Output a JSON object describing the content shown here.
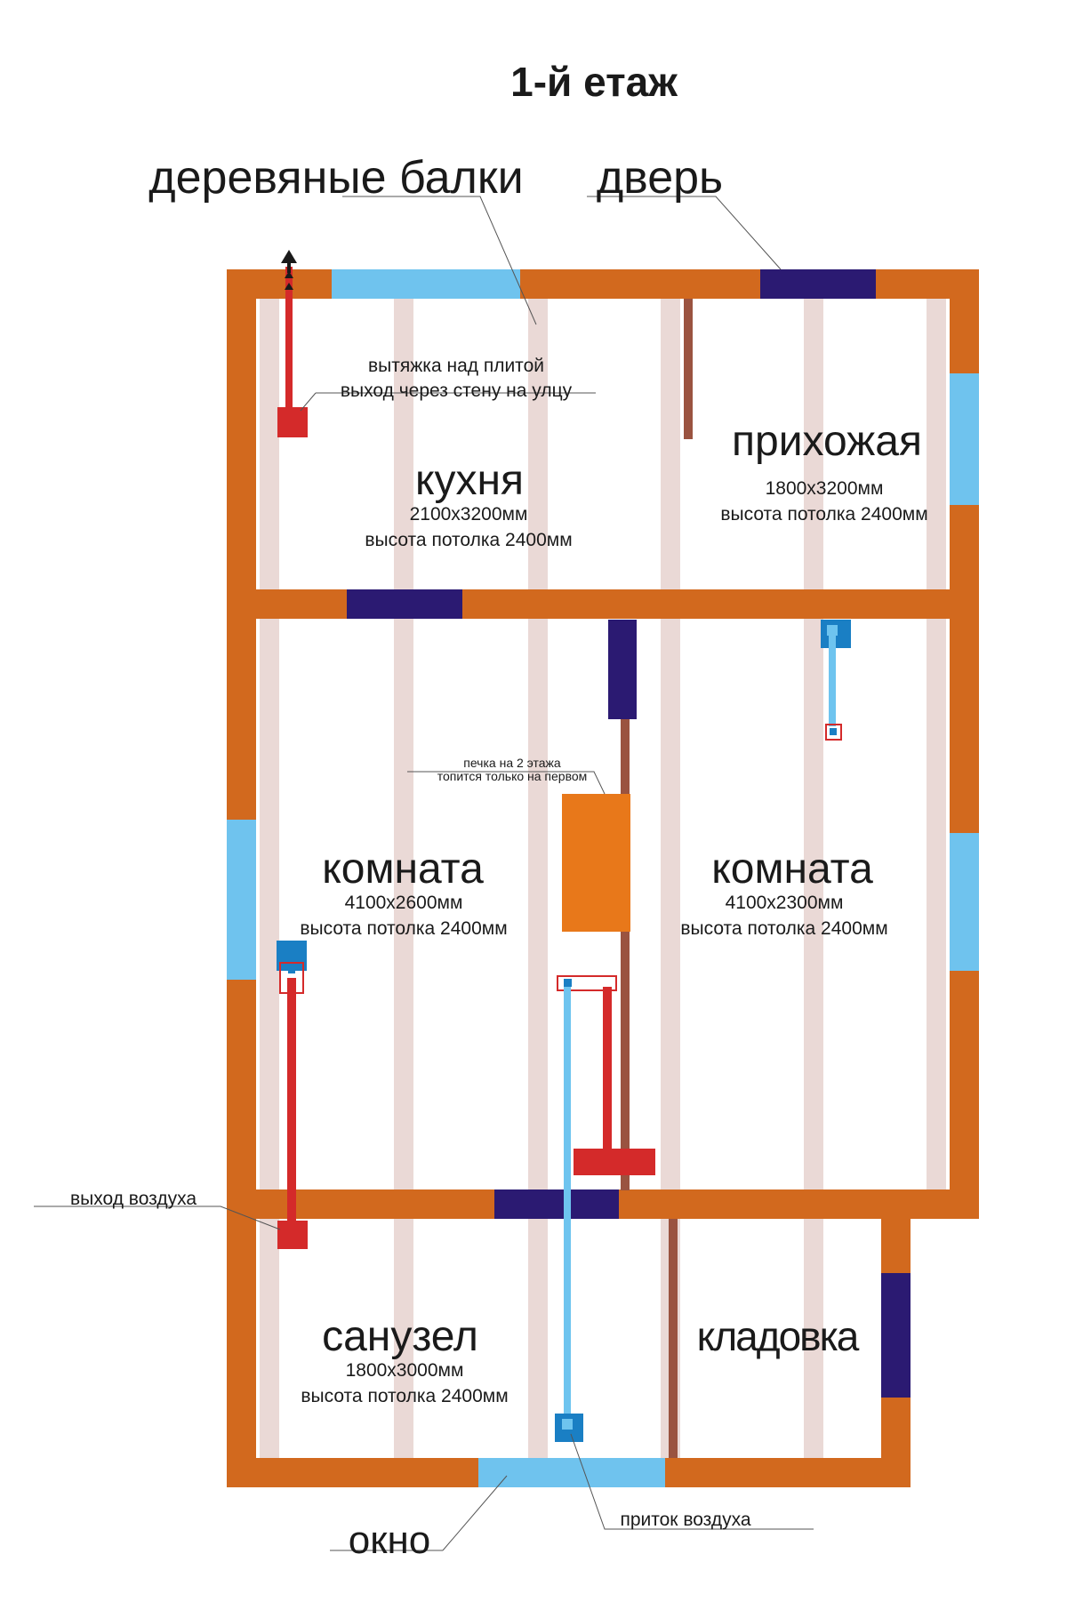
{
  "title": "1-й етаж",
  "labels": {
    "beams": "деревяные балки",
    "door": "дверь",
    "window": "окно",
    "air_out": "выход воздуха",
    "air_in": "приток воздуха",
    "hood_line1": "вытяжка над плитой",
    "hood_line2": "выход через стену на улцу",
    "stove_line1": "печка на 2 этажа",
    "stove_line2": "топится только на первом"
  },
  "rooms": {
    "kitchen": {
      "name": "кухня",
      "size": "2100x3200мм",
      "height": "высота потолка 2400мм"
    },
    "hall": {
      "name": "прихожая",
      "size": "1800x3200мм",
      "height": "высота потолка 2400мм"
    },
    "room_left": {
      "name": "комната",
      "size": "4100x2600мм",
      "height": "высота потолка 2400мм"
    },
    "room_right": {
      "name": "комната",
      "size": "4100x2300мм",
      "height": "высота потолка 2400мм"
    },
    "bathroom": {
      "name": "санузел",
      "size": "1800x3000мм",
      "height": "высота потолка 2400мм"
    },
    "storage": {
      "name": "кладовка"
    }
  },
  "colors": {
    "wall": "#d2691e",
    "beam": "#ead9d6",
    "window": "#6fc3ee",
    "door": "#2b1a72",
    "exhaust_duct": "#d42a2a",
    "supply_duct": "#6ec4ef",
    "supply_vent": "#1a7fc4",
    "stove": "#e8781a",
    "partition": "#9a5340"
  }
}
